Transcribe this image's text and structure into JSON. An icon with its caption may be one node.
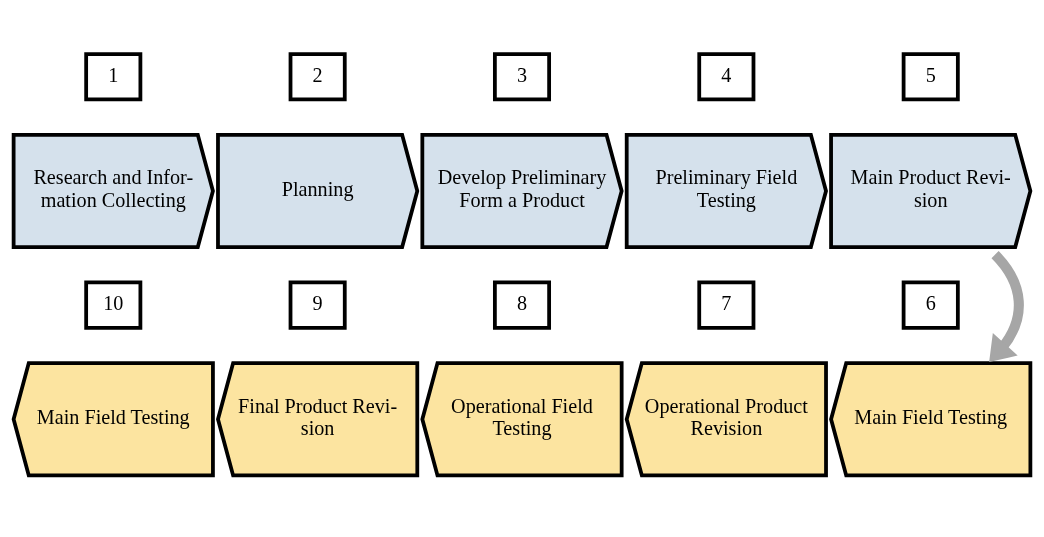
{
  "diagram": {
    "nodes": [
      {
        "text": [
          "1"
        ]
      },
      {
        "text": [
          "Research and Infor- mation Collecting"
        ]
      },
      {
        "text": [
          "2"
        ]
      },
      {
        "text": [
          "Planning"
        ]
      },
      {
        "text": [
          "3"
        ]
      },
      {
        "text": [
          "Develop Preliminary Form a Product"
        ]
      },
      {
        "text": [
          "4"
        ]
      },
      {
        "text": [
          "Preliminary Field Testing"
        ]
      },
      {
        "text": [
          "5"
        ]
      },
      {
        "text": [
          "Main Product Revi- sion"
        ]
      },
      {
        "text": [
          "10"
        ]
      },
      {
        "text": [
          "Main Field Testing"
        ]
      },
      {
        "text": [
          "9"
        ]
      },
      {
        "text": [
          "Final Product Revi- sion"
        ]
      },
      {
        "text": [
          "8"
        ]
      },
      {
        "text": [
          "Operational Field Testing"
        ]
      },
      {
        "text": [
          "7"
        ]
      },
      {
        "text": [
          "Operational Product Revision"
        ]
      },
      {
        "text": [
          "6"
        ]
      },
      {
        "text": [
          "Main Field Testing"
        ]
      }
    ],
    "edges": [
      {
        "from": 9,
        "to": 19,
        "arrow": "to",
        "color": "#a6a6a6"
      }
    ]
  }
}
